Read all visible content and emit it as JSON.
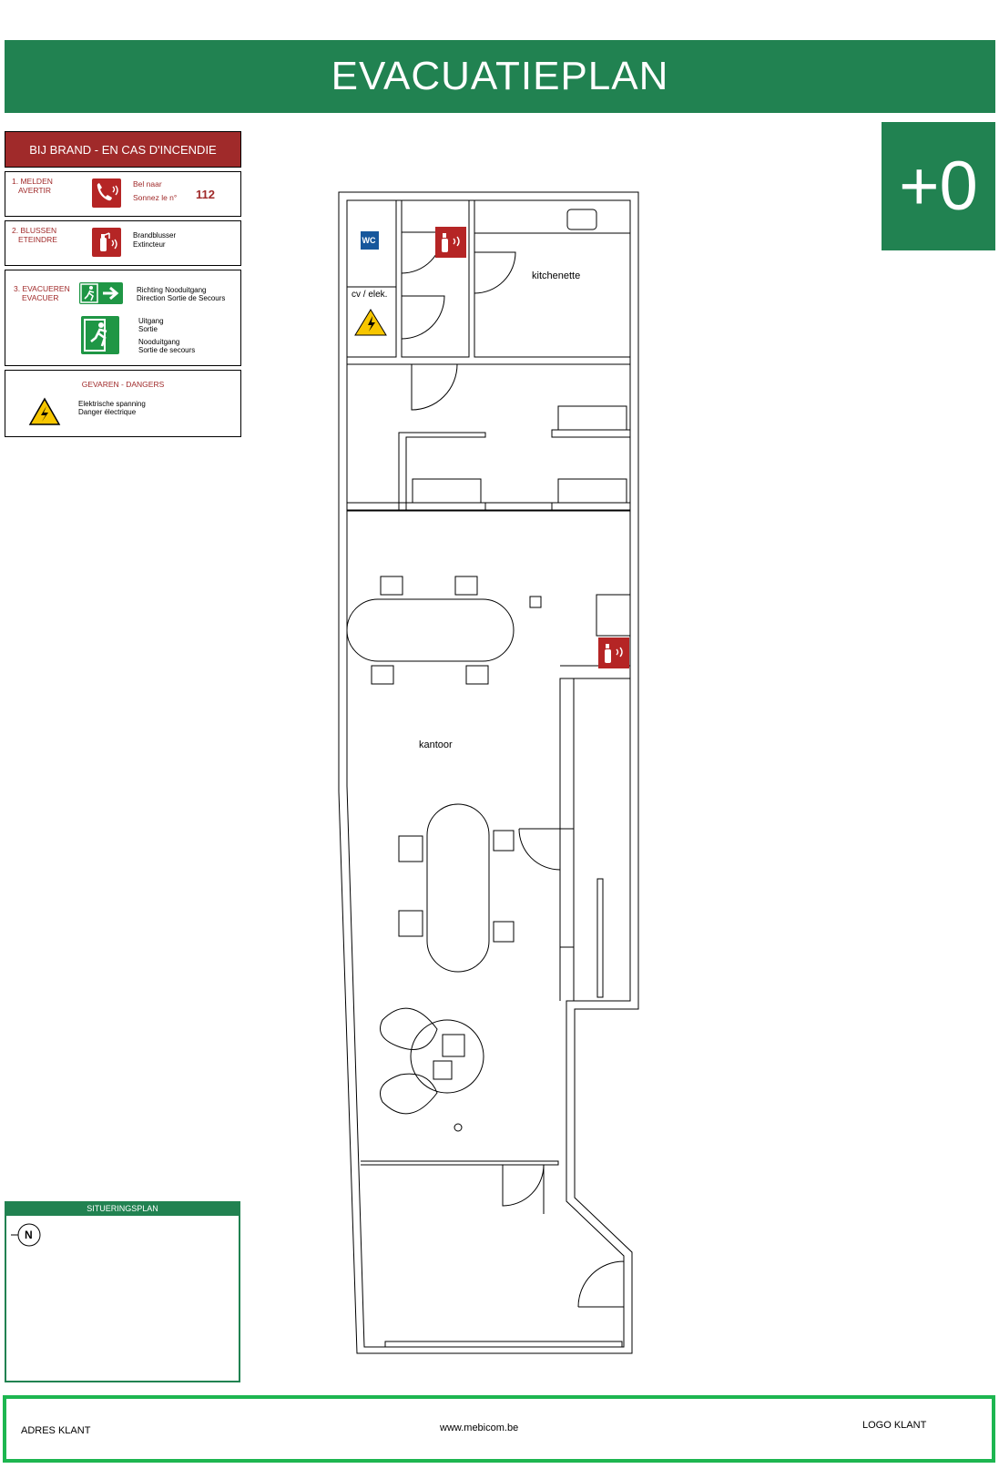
{
  "title": "EVACUATIEPLAN",
  "floor_level": "+0",
  "instructions": {
    "header": "BIJ BRAND - EN CAS D'INCENDIE",
    "step1": {
      "label_nl": "1. MELDEN",
      "label_fr": "AVERTIR",
      "text_nl": "Bel naar",
      "text_fr": "Sonnez le n°",
      "number": "112",
      "icon": "fire-alarm-phone-icon"
    },
    "step2": {
      "label_nl": "2. BLUSSEN",
      "label_fr": "ETEINDRE",
      "text_nl": "Brandblusser",
      "text_fr": "Extincteur",
      "icon": "fire-extinguisher-icon"
    },
    "step3": {
      "label_nl": "3. EVACUEREN",
      "label_fr": "EVACUER",
      "direction_nl": "Richting Nooduitgang",
      "direction_fr": "Direction Sortie de Secours",
      "exit_nl": "Uitgang",
      "exit_fr": "Sortie",
      "emergency_nl": "Nooduitgang",
      "emergency_fr": "Sortie de secours"
    },
    "dangers": {
      "header": "GEVAREN - DANGERS",
      "text_nl": "Elektrische spanning",
      "text_fr": "Danger électrique",
      "icon": "electric-hazard-icon"
    }
  },
  "floorplan": {
    "rooms": {
      "wc": "WC",
      "technical": "cv / elek.",
      "kitchen": "kitchenette",
      "office": "kantoor"
    }
  },
  "site_plan": {
    "header": "SITUERINGSPLAN",
    "north": "N"
  },
  "footer": {
    "address": "ADRES KLANT",
    "website": "www.mebicom.be",
    "logo": "LOGO KLANT"
  },
  "colors": {
    "green": "#218251",
    "fire_red": "#a02a2a",
    "footer_green": "#1db650",
    "exit_green": "#1f9645"
  }
}
